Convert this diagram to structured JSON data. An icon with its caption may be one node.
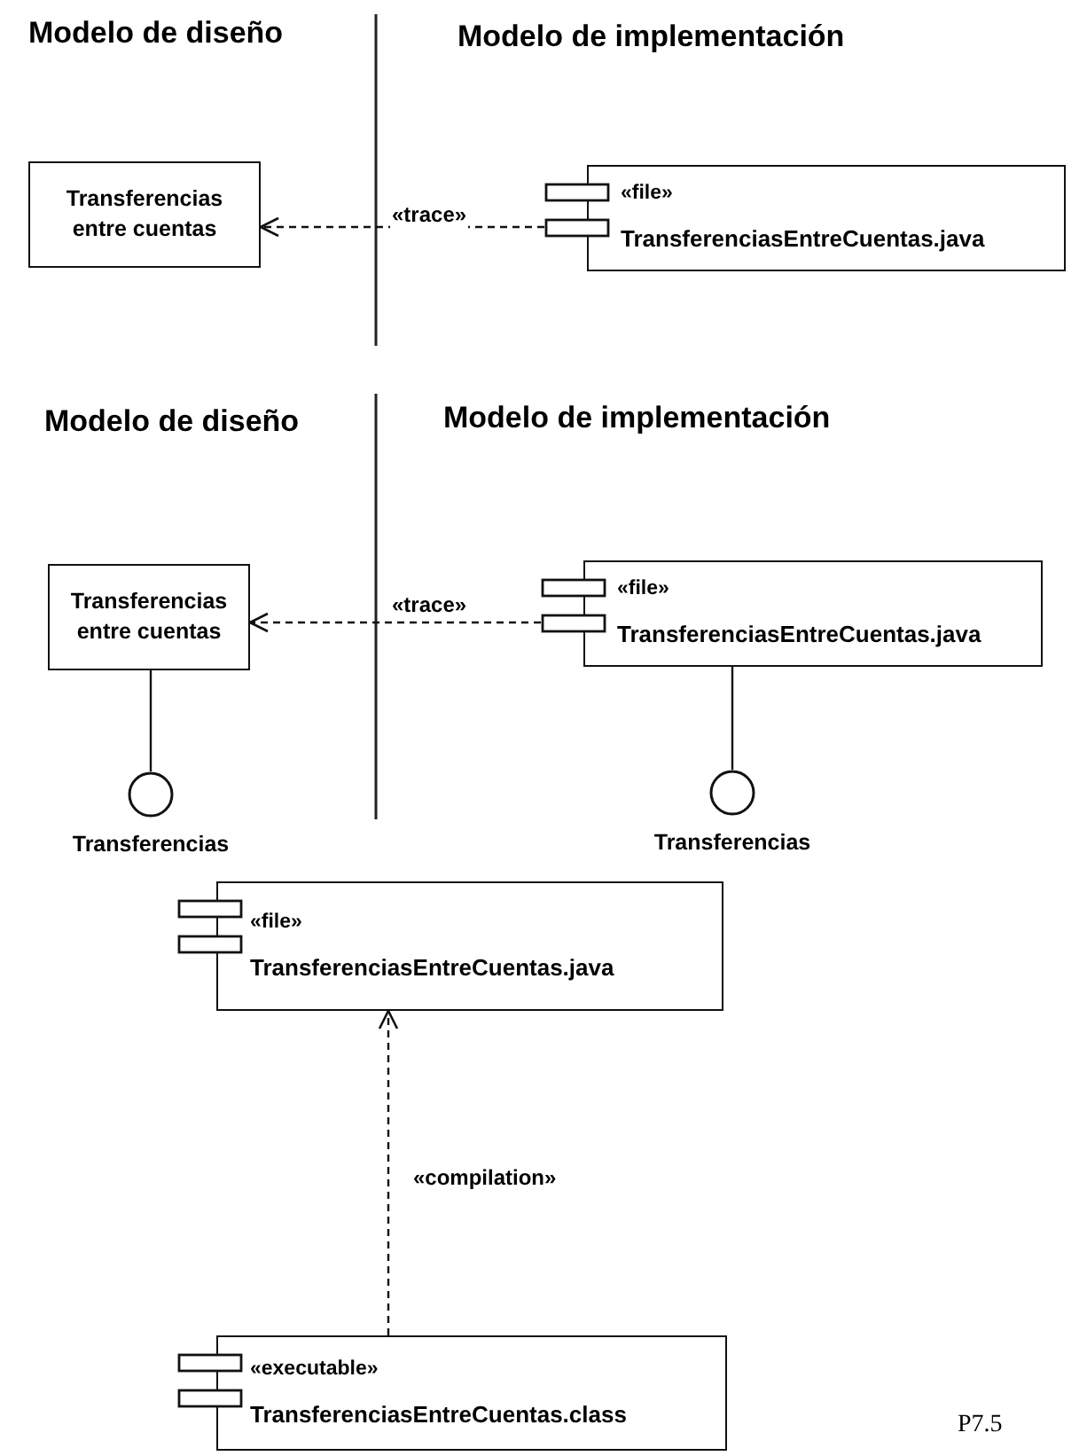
{
  "diagram": {
    "nodes": [
      {
        "text": [
          "Transferencias entre cuentas"
        ]
      },
      {
        "text": [
          "«file»",
          "TransferenciasEntreCuentas.java"
        ]
      },
      {
        "text": [
          "Transferencias entre cuentas"
        ]
      },
      {
        "text": [
          "«file»",
          "TransferenciasEntreCuentas.java"
        ]
      },
      {
        "text": [],
        "shape": "circle",
        "beside": [
          "Transferencias"
        ]
      },
      {
        "text": [],
        "shape": "circle",
        "beside": [
          "Transferencias"
        ]
      },
      {
        "text": [
          "«file»",
          "TransferenciasEntreCuentas.java"
        ]
      },
      {
        "text": [
          "«executable»",
          "TransferenciasEntreCuentas.class"
        ]
      }
    ],
    "edges": [
      {
        "from": 1,
        "to": 0,
        "arrow": "to",
        "label": "«trace»",
        "style": "dashed"
      },
      {
        "from": 3,
        "to": 2,
        "arrow": "to",
        "label": "«trace»",
        "style": "dashed"
      },
      {
        "from": 2,
        "to": 4,
        "arrow": "none"
      },
      {
        "from": 3,
        "to": 5,
        "arrow": "none"
      },
      {
        "from": 7,
        "to": 6,
        "arrow": "to",
        "label": "«compilation»",
        "style": "dashed"
      }
    ],
    "labels": [
      "Modelo de diseño",
      "Modelo de implementación",
      "Modelo de diseño",
      "Modelo de implementación",
      "P7.5"
    ]
  }
}
